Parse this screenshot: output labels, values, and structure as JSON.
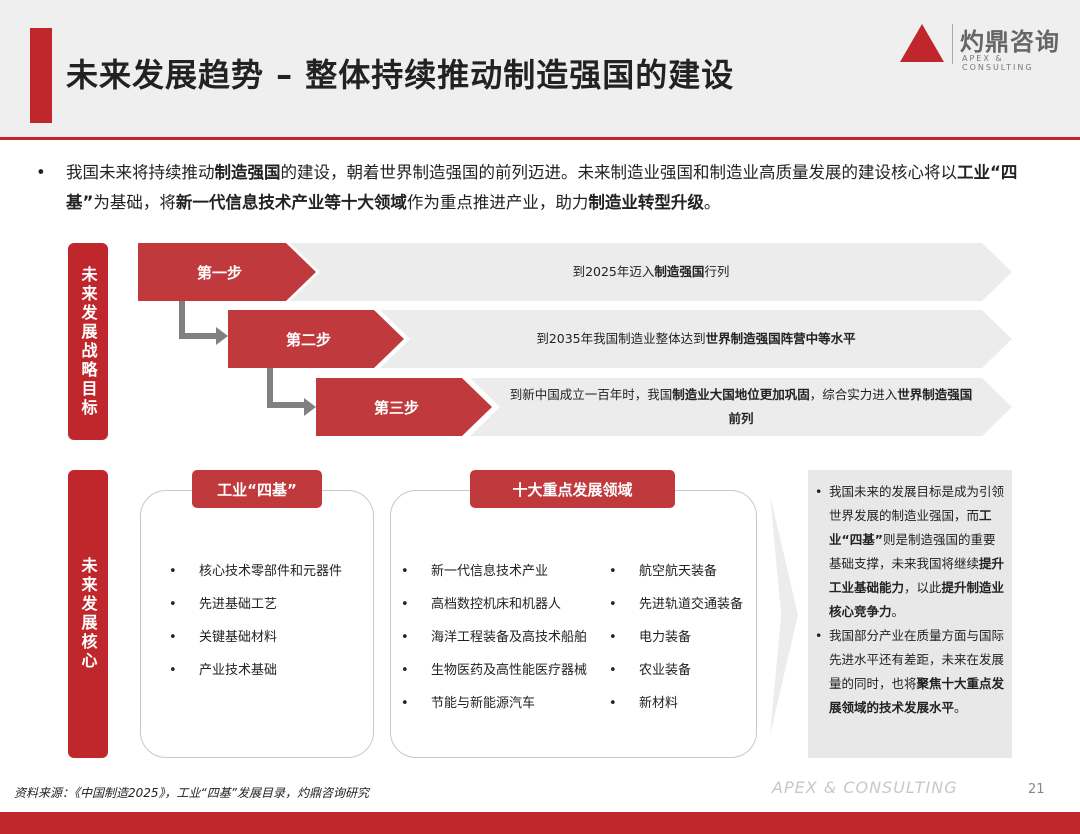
{
  "header": {
    "title": "未来发展趋势 – 整体持续推动制造强国的建设",
    "logo_cn": "灼鼎咨询",
    "logo_en": "APEX & CONSULTING"
  },
  "intro": {
    "bullet": "•",
    "s": [
      "我国未来将持续推动",
      "制造强国",
      "的建设，朝着世界制造强国的前列迈进。未来制造业强国和制造业高质量发展的建设核心将以",
      "工业“四基”",
      "为基础，将",
      "新一代信息技术产业等十大领域",
      "作为重点推进产业，助力",
      "制造业转型升级",
      "。"
    ]
  },
  "goals": {
    "label": "未来发展战略目标",
    "steps": [
      {
        "label": "第一步",
        "s": [
          "到2025年迈入",
          "制造强国",
          "行列"
        ]
      },
      {
        "label": "第二步",
        "s": [
          "到2035年我国制造业整体达到",
          "世界制造强国阵营中等水平",
          ""
        ]
      },
      {
        "label": "第三步",
        "s": [
          "到新中国成立一百年时，我国",
          "制造业大国地位更加巩固",
          "，综合实力进入",
          "世界制造强国前列"
        ]
      }
    ]
  },
  "core": {
    "label": "未来发展核心",
    "four_bases": {
      "title": "工业“四基”",
      "items": [
        "核心技术零部件和元器件",
        "先进基础工艺",
        "关键基础材料",
        "产业技术基础"
      ]
    },
    "ten_fields": {
      "title": "十大重点发展领域",
      "col1": [
        "新一代信息技术产业",
        "高档数控机床和机器人",
        "海洋工程装备及高技术船舶",
        "生物医药及高性能医疗器械",
        "节能与新能源汽车"
      ],
      "col2": [
        "航空航天装备",
        "先进轨道交通装备",
        "电力装备",
        "农业装备",
        "新材料"
      ]
    },
    "summary": {
      "p1": [
        "我国未来的发展目标是成为引领世界发展的制造业强国，而",
        "工业“四基”",
        "则是制造强国的重要基础支撑，未来我国将继续",
        "提升工业基础能力",
        "，以此",
        "提升制造业核心竞争力",
        "。"
      ],
      "p2": [
        "我国部分产业在质量方面与国际先进水平还有差距，未来在发展量的同时，也将",
        "聚焦十大重点发展领域的技术发展水平",
        "。"
      ]
    }
  },
  "footer": {
    "source": "资料来源：《中国制造2025》，工业“四基”发展目录，灼鼎咨询研究",
    "watermark": "APEX & CONSULTING",
    "page": "21"
  },
  "colors": {
    "accent": "#c0272d",
    "gray": "#ececec"
  }
}
